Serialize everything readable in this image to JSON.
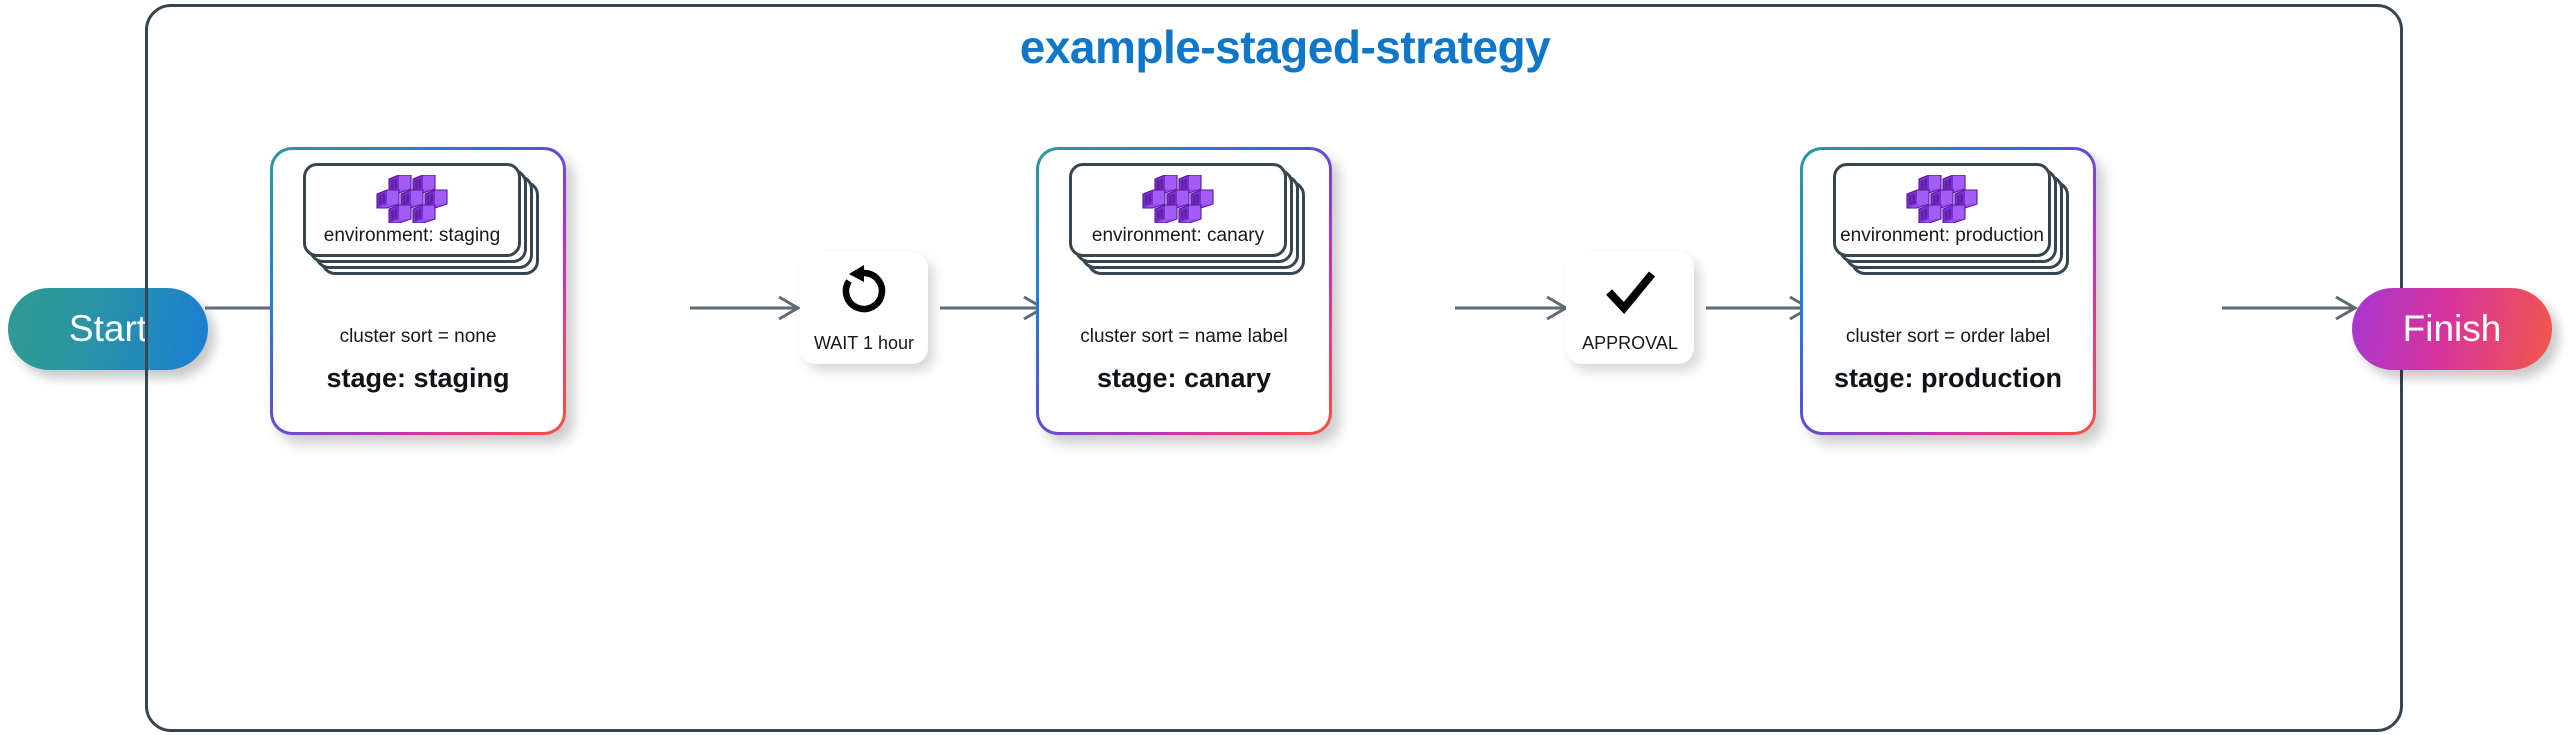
{
  "diagram": {
    "type": "pipeline-flow",
    "title": "example-staged-strategy",
    "title_color": "#1076c8",
    "container_border_color": "#374550",
    "background": "#ffffff"
  },
  "start_node": {
    "label": "Start",
    "gradient_from": "#2f9b8f",
    "gradient_to": "#1a7ed3"
  },
  "finish_node": {
    "label": "Finish",
    "gradient_from": "#a536cf",
    "gradient_to": "#f2574a"
  },
  "stages": [
    {
      "id": "staging",
      "cluster_icon": "cluster-icon",
      "environment_label": "environment: staging",
      "sort_label": "cluster sort = none",
      "stage_label": "stage: staging",
      "cluster_card_count": 4
    },
    {
      "id": "canary",
      "cluster_icon": "cluster-icon",
      "environment_label": "environment: canary",
      "sort_label": "cluster sort = name label",
      "stage_label": "stage: canary",
      "cluster_card_count": 4
    },
    {
      "id": "production",
      "cluster_icon": "cluster-icon",
      "environment_label": "environment: production",
      "sort_label": "cluster sort = order label",
      "stage_label": "stage: production",
      "cluster_card_count": 4
    }
  ],
  "actions": [
    {
      "id": "wait",
      "icon": "rotate-ccw-icon",
      "label": "WAIT 1 hour"
    },
    {
      "id": "approval",
      "icon": "checkmark-icon",
      "label": "APPROVAL"
    }
  ],
  "connectors": {
    "color": "#5e6b75",
    "count": 6
  },
  "stage_border_gradient": {
    "teal": "#2f9a93",
    "blue": "#1f7fd8",
    "purple": "#5a4fd4",
    "magenta": "#e03a8e",
    "red": "#f2543d"
  },
  "cluster_icon_color": "#8b3fe8"
}
